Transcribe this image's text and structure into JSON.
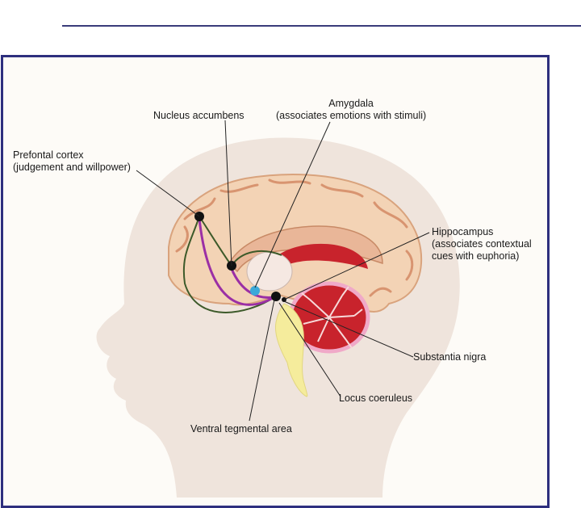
{
  "labels": {
    "nucleus_accumbens": "Nucleus accumbens",
    "amygdala": "Amygdala",
    "amygdala_desc": "(associates emotions with stimuli)",
    "prefrontal": "Prefontal cortex",
    "prefrontal_desc": "(judgement and willpower)",
    "hippocampus": "Hippocampus",
    "hippocampus_desc1": "(associates contextual",
    "hippocampus_desc2": "cues with euphoria)",
    "substantia_nigra": "Substantia nigra",
    "locus_coeruleus": "Locus coeruleus",
    "vta": "Ventral tegmental area"
  },
  "colors": {
    "frame": "#2e2f7e",
    "head": "#efe4dc",
    "brain": "#f3d3b5",
    "gyri": "#e0a67f",
    "cerebellum": "#c8232c",
    "brainstem": "#f5ec9c",
    "purple_pathway": "#9b2fa5",
    "green_pathway": "#3d5a2a"
  }
}
